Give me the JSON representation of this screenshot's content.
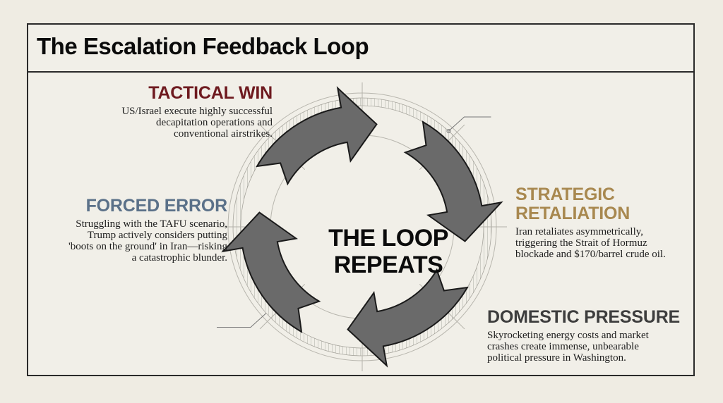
{
  "title": "The Escalation Feedback Loop",
  "center_label": {
    "line1": "THE LOOP",
    "line2": "REPEATS"
  },
  "stages": [
    {
      "id": "tactical-win",
      "heading": "TACTICAL WIN",
      "color": "#6e1a1f",
      "lines": [
        "US/Israel execute highly successful",
        "decapitation operations and",
        "conventional airstrikes."
      ]
    },
    {
      "id": "strategic-retaliation",
      "heading_lines": [
        "STRATEGIC",
        "RETALIATION"
      ],
      "color": "#a8884f",
      "lines": [
        "Iran retaliates asymmetrically,",
        "triggering the Strait of Hormuz",
        "blockade and $170/barrel crude oil."
      ]
    },
    {
      "id": "domestic-pressure",
      "heading": "DOMESTIC PRESSURE",
      "color": "#3d3d3d",
      "lines": [
        "Skyrocketing energy costs and market",
        "crashes create immense, unbearable",
        "political pressure in Washington."
      ]
    },
    {
      "id": "forced-error",
      "heading": "FORCED ERROR",
      "color": "#5b7189",
      "lines": [
        "Struggling with the TAFU scenario,",
        "Trump actively considers putting",
        "'boots on the ground' in Iran—risking",
        "a catastrophic blunder."
      ]
    }
  ],
  "colors": {
    "background": "#efece3",
    "arrow_fill": "#6a6a6a",
    "arrow_stroke": "#1a1a1a",
    "frame": "#2a2a2a"
  }
}
